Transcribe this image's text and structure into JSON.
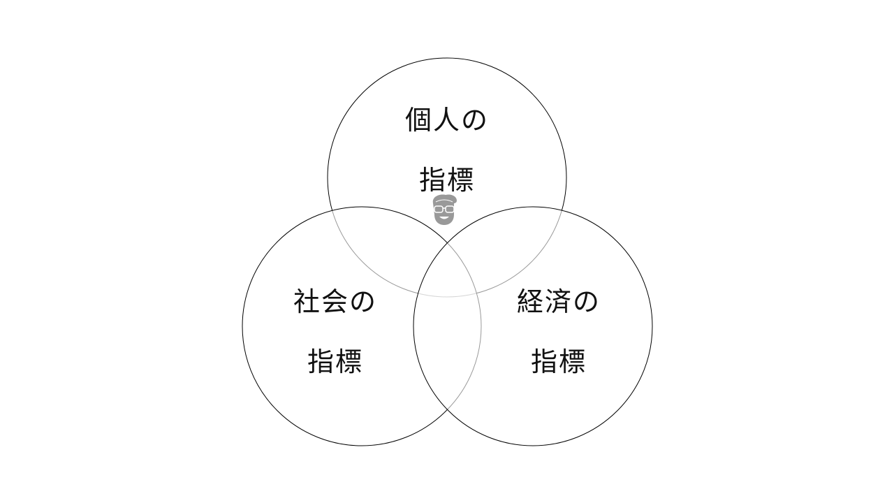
{
  "diagram": {
    "type": "venn",
    "circles": [
      {
        "id": "individual",
        "line1": "個人の",
        "line2": "指標"
      },
      {
        "id": "social",
        "line1": "社会の",
        "line2": "指標"
      },
      {
        "id": "economic",
        "line1": "経済の",
        "line2": "指標"
      }
    ],
    "center_icon": "person-with-glasses-icon",
    "colors": {
      "stroke": "#000000",
      "icon": "#999999",
      "background": "#ffffff"
    }
  }
}
